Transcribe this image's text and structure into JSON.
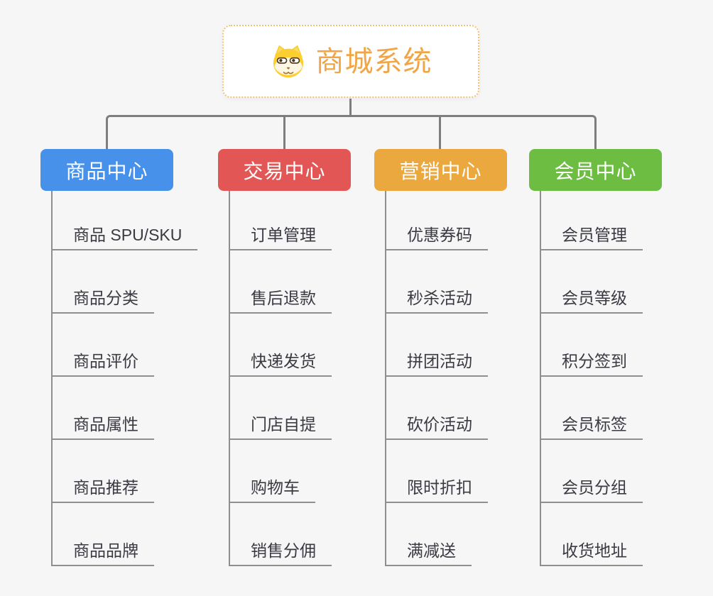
{
  "root": {
    "title": "商城系统",
    "icon": "dog-icon"
  },
  "colors": {
    "pagebg": "#f6f6f6",
    "line": "#7e7e7e",
    "leafline": "#8f8f8f",
    "accent": "#f0a646",
    "accentborder": "#f3c074",
    "text": "#3a3a42"
  },
  "branches": [
    {
      "label": "商品中心",
      "color": "#4791ea",
      "children": [
        "商品 SPU/SKU",
        "商品分类",
        "商品评价",
        "商品属性",
        "商品推荐",
        "商品品牌"
      ]
    },
    {
      "label": "交易中心",
      "color": "#e25755",
      "children": [
        "订单管理",
        "售后退款",
        "快递发货",
        "门店自提",
        "购物车",
        "销售分佣"
      ]
    },
    {
      "label": "营销中心",
      "color": "#eaa83e",
      "children": [
        "优惠券码",
        "秒杀活动",
        "拼团活动",
        "砍价活动",
        "限时折扣",
        "满减送"
      ]
    },
    {
      "label": "会员中心",
      "color": "#6cbd42",
      "children": [
        "会员管理",
        "会员等级",
        "积分签到",
        "会员标签",
        "会员分组",
        "收货地址"
      ]
    }
  ]
}
